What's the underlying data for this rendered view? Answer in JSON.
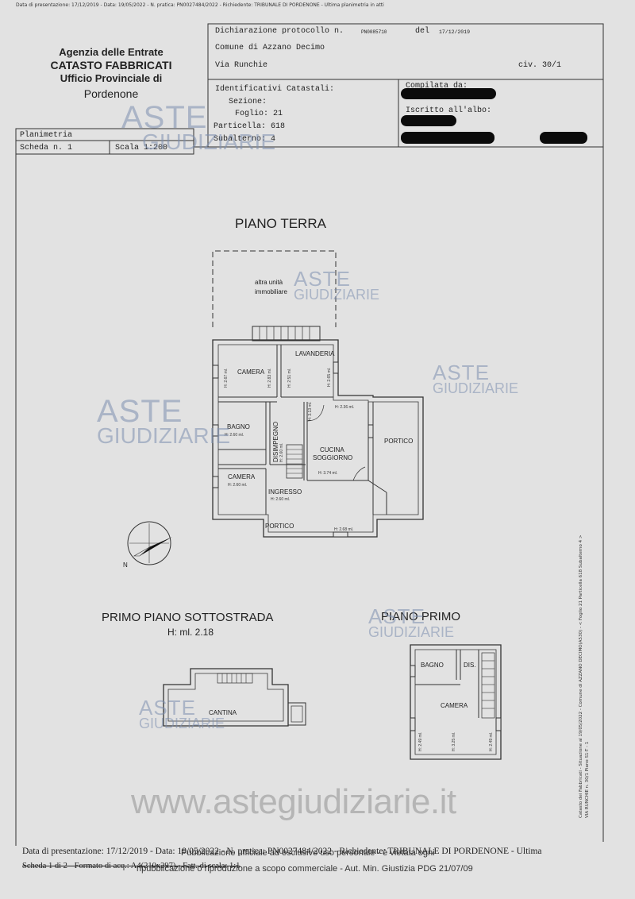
{
  "top_line": "Data di presentazione: 17/12/2019 - Data: 19/05/2022 - N. pratica: PN0027484/2022 - Richiedente: TRIBUNALE DI PORDENONE - Ultima planimetria in atti",
  "agency": {
    "line1": "Agenzia delle Entrate",
    "line2": "CATASTO FABBRICATI",
    "line3": "Ufficio Provinciale di",
    "line4": "Pordenone"
  },
  "header": {
    "dichiarazione_label": "Dichiarazione protocollo n.",
    "protocollo_num": "PN0085710",
    "del_label": "del",
    "del_date": "17/12/2019",
    "comune": "Comune di Azzano Decimo",
    "via": "Via Runchie",
    "civ": "civ. 30/1",
    "identificativi": "Identificativi Catastali:",
    "sezione": "Sezione:",
    "foglio": "Foglio: 21",
    "particella": "Particella: 618",
    "subalterno": "Subalterno: 4",
    "compilata": "Compilata da:",
    "iscritto": "Iscritto all'albo:",
    "planimetria": "Planimetria",
    "scheda": "Scheda n. 1",
    "scala": "Scala 1:200"
  },
  "floors": {
    "piano_terra": "PIANO TERRA",
    "primo_sottostrada": "PRIMO PIANO SOTTOSTRADA",
    "sottostrada_h": "H: ml. 2.18",
    "piano_primo": "PIANO PRIMO"
  },
  "rooms": {
    "altra_unita_1": "altra unità",
    "altra_unita_2": "immobiliare",
    "camera1": "CAMERA",
    "lavanderia": "LAVANDERIA",
    "bagno": "BAGNO",
    "disimpegno": "DISIMPEGNO",
    "cucina": "CUCINA",
    "soggiorno": "SOGGIORNO",
    "portico": "PORTICO",
    "camera2": "CAMERA",
    "ingresso": "INGRESSO",
    "portico2": "PORTICO",
    "cantina": "CANTINA",
    "bagno_pp": "BAGNO",
    "dis_pp": "DIS.",
    "camera_pp": "CAMERA"
  },
  "heights": {
    "h1": "H: 2.67 ml.",
    "h2": "H: 2.83 ml.",
    "h3": "H: 2.51 ml.",
    "h4": "H: 2.65 ml.",
    "h5": "H: 3.13 ml.",
    "h6": "H: 2.36 ml.",
    "h7": "H: 2.60 ml.",
    "h8": "H: 2.60 ml.",
    "h9": "H: 3.74 ml.",
    "h10": "H: 2.60 ml.",
    "h11": "H: 2.60 ml.",
    "h12": "H: 2.68 ml.",
    "h13": "H: 2.49 ml.",
    "h14": "H: 3.25 ml.",
    "h15": "H: 2.49 ml."
  },
  "compass_n": "N",
  "watermark": {
    "aste": "ASTE",
    "giudiziarie": "GIUDIZIARIE",
    "site": "www.astegiudiziarie.it"
  },
  "footer": {
    "line1": "Data di presentazione: 17/12/2019 - Data: 19/05/2022 - N. pratica: PN0027484/2022 - Richiedente: TRIBUNALE DI PORDENONE - Ultima",
    "line2": "Scheda 1 di 2 - Formato di acq.: A4(210x297) - Fatt. di scala: 1:1",
    "notice1": "Pubblicazione ufficiale ad esclusivo uso personale - è vietata ogni",
    "notice2": "ripubblicazione o riproduzione a scopo commerciale - Aut. Min. Giustizia PDG 21/07/09"
  },
  "side_text": {
    "line1": "Catasto dei Fabbricati - Situazione al 19/05/2022 - Comune di AZZANO DECIMO(A530) - < Foglio 21 Particella 618 Subalterno 4 >",
    "line2": "VIA RUNCHIE n. 30/1 Piano S1-T - 1"
  }
}
